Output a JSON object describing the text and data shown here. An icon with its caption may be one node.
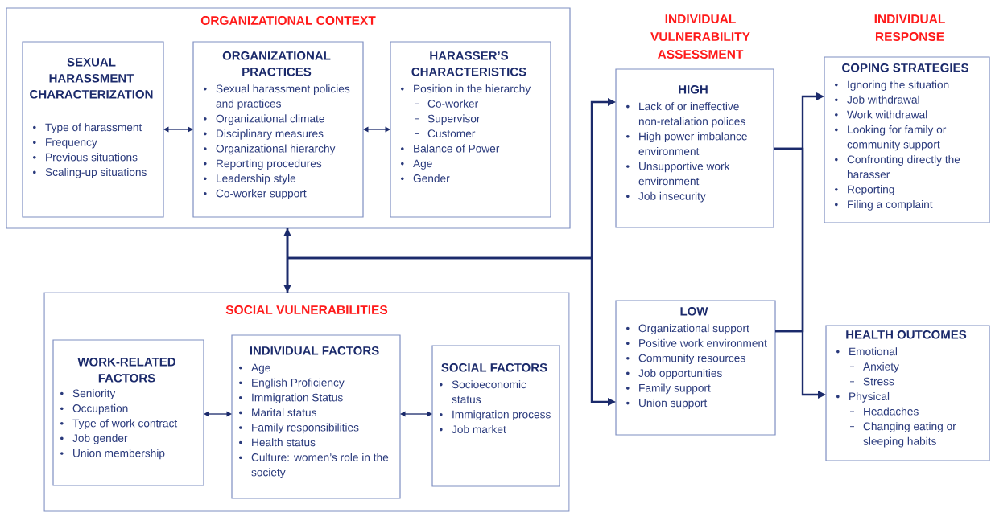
{
  "diagram": {
    "nodes": [
      {
        "text": [
          "ORGANIZATIONAL CONTEXT"
        ]
      },
      {
        "text": [
          "SEXUAL HARASSMENT CHARACTERIZATION",
          "Type of harassment",
          "Frequency",
          "Previous situations",
          "Scaling-up situations"
        ],
        "in": 0
      },
      {
        "text": [
          "ORGANIZATIONAL PRACTICES",
          "Sexual harassment policies and practices",
          "Organizational climate",
          "Disciplinary measures",
          "Organizational hierarchy",
          "Reporting procedures",
          "Leadership style",
          "Co-worker support"
        ],
        "in": 0
      },
      {
        "text": [
          "HARASSER’S CHARACTERISTICS",
          "Position in the hierarchy",
          "Co-worker",
          "Supervisor",
          "Customer",
          "Balance of Power",
          "Age",
          "Gender"
        ],
        "in": 0
      },
      {
        "text": [
          "SOCIAL VULNERABILITIES"
        ]
      },
      {
        "text": [
          "WORK-RELATED FACTORS",
          "Seniority",
          "Occupation",
          "Type of work contract",
          "Job gender",
          "Union membership"
        ],
        "in": 4
      },
      {
        "text": [
          "INDIVIDUAL FACTORS",
          "Age",
          "English Proficiency",
          "Immigration Status",
          "Marital status",
          "Family responsibilities",
          "Health status",
          "Culture: women’s role in the society"
        ],
        "in": 4
      },
      {
        "text": [
          "SOCIAL  FACTORS",
          "Socioeconomic status",
          "Immigration process",
          "Job market"
        ],
        "in": 4
      },
      {
        "text": [
          "HIGH",
          "Lack of or ineffective non-retaliation polices",
          "High power imbalance environment",
          "Unsupportive work environment",
          "Job insecurity"
        ]
      },
      {
        "text": [
          "LOW",
          "Organizational support",
          "Positive work environment",
          "Community resources",
          "Job opportunities",
          "Family support",
          "Union support"
        ]
      },
      {
        "text": [
          "COPING STRATEGIES",
          "Ignoring the situation",
          "Job withdrawal",
          "Work withdrawal",
          "Looking for family or community support",
          "Confronting directly the harasser",
          "Reporting",
          "Filing a complaint"
        ]
      },
      {
        "text": [
          "HEALTH OUTCOMES",
          "Emotional",
          "Anxiety",
          "Stress",
          "Physical",
          "Headaches",
          "Changing eating or sleeping habits"
        ]
      }
    ],
    "edges": [
      {
        "from": 1,
        "to": 2,
        "arrow": "both"
      },
      {
        "from": 2,
        "to": 3,
        "arrow": "both"
      },
      {
        "from": 0,
        "to": 4,
        "arrow": "both"
      },
      {
        "from": 0,
        "to": 8,
        "arrow": "to"
      },
      {
        "from": 0,
        "to": 9,
        "arrow": "to"
      },
      {
        "from": 4,
        "to": 8,
        "arrow": "to"
      },
      {
        "from": 4,
        "to": 9,
        "arrow": "to"
      },
      {
        "from": 5,
        "to": 6,
        "arrow": "both"
      },
      {
        "from": 6,
        "to": 7,
        "arrow": "both"
      },
      {
        "from": 8,
        "to": 10,
        "arrow": "to"
      },
      {
        "from": 8,
        "to": 11,
        "arrow": "to"
      },
      {
        "from": 9,
        "to": 10,
        "arrow": "to"
      },
      {
        "from": 9,
        "to": 11,
        "arrow": "to"
      }
    ],
    "labels": [
      "INDIVIDUAL VULNERABILITY ASSESSMENT",
      "INDIVIDUAL RESPONSE"
    ]
  }
}
